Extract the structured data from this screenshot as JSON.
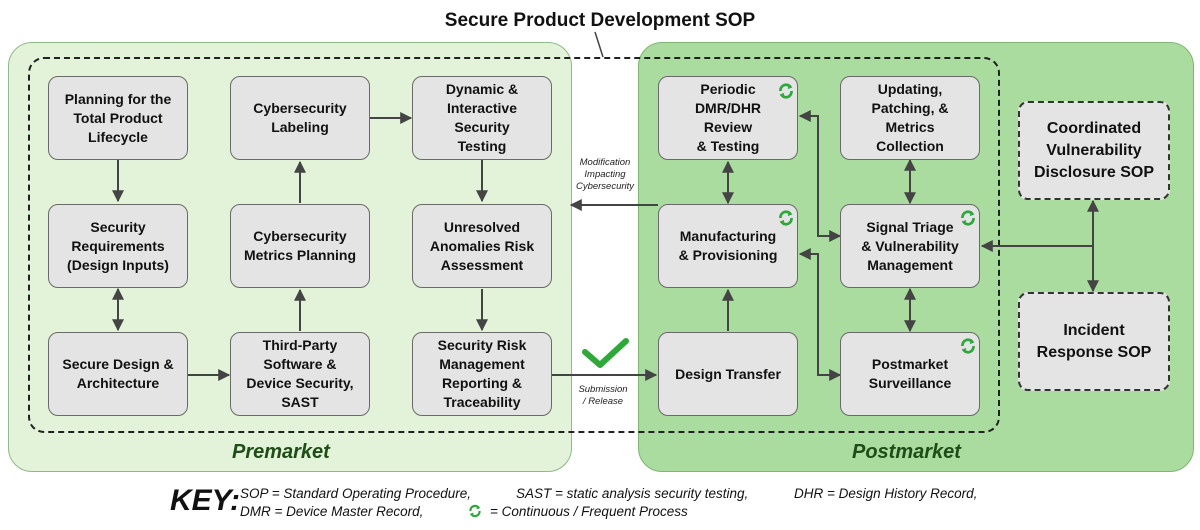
{
  "title": "Secure Product Development SOP",
  "regions": {
    "premarket": "Premarket",
    "postmarket": "Postmarket"
  },
  "boxes": {
    "planning": "Planning for the\nTotal Product\nLifecycle",
    "labeling": "Cybersecurity\nLabeling",
    "dynamic": "Dynamic &\nInteractive\nSecurity\nTesting",
    "requirements": "Security\nRequirements\n(Design Inputs)",
    "metrics_planning": "Cybersecurity\nMetrics Planning",
    "anomalies": "Unresolved\nAnomalies Risk\nAssessment",
    "design_arch": "Secure Design &\nArchitecture",
    "third_party": "Third-Party\nSoftware &\nDevice Security,\nSAST",
    "risk_mgmt": "Security Risk\nManagement\nReporting &\nTraceability",
    "periodic": "Periodic\nDMR/DHR\nReview\n& Testing",
    "updating": "Updating,\nPatching, &\nMetrics\nCollection",
    "manufacturing": "Manufacturing\n& Provisioning",
    "signal": "Signal Triage\n& Vulnerability\nManagement",
    "design_transfer": "Design Transfer",
    "postmarket_surv": "Postmarket\nSurveillance"
  },
  "external": {
    "cvd": "Coordinated\nVulnerability\nDisclosure SOP",
    "incident": "Incident\nResponse SOP"
  },
  "notes": {
    "modification": "Modification\nImpacting\nCybersecurity",
    "submission": "Submission\n/ Release"
  },
  "key": {
    "label": "KEY:",
    "line1": {
      "sop_abbr": "SOP",
      "sop_def": " = Standard Operating Procedure,",
      "sast_abbr": "SAST",
      "sast_def": " = static analysis security testing,",
      "dhr_abbr": "DHR",
      "dhr_def": " = Design History Record,"
    },
    "line2": {
      "dmr_abbr": "DMR",
      "dmr_def": " = Device Master Record,",
      "cycle_def": "= Continuous / Frequent Process"
    }
  },
  "colors": {
    "premarket_bg": "#e2f3d9",
    "postmarket_bg": "#a9dc9e",
    "cycle_icon": "#2fa83a",
    "check": "#2fa83a",
    "label_text": "#1f4d17"
  }
}
